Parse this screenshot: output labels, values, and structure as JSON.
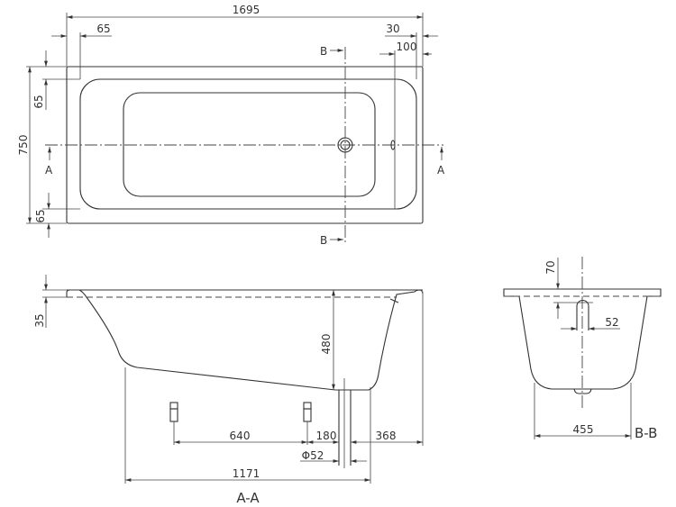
{
  "top_view": {
    "width": "1695",
    "left_offset": "65",
    "right_offset_small": "30",
    "right_offset": "100",
    "depth": "750",
    "rim_top": "65",
    "rim_bottom": "65",
    "section_b": "B",
    "section_a": "A"
  },
  "section_aa": {
    "rim_height": "35",
    "inner_depth": "480",
    "leg_spacing": "640",
    "leg_to_drain": "180",
    "drain_to_end": "368",
    "drain_diameter": "Φ52",
    "bottom_length": "1171",
    "title": "A-A"
  },
  "section_bb": {
    "overflow_height": "70",
    "overflow_width": "52",
    "bottom_width": "455",
    "title": "B-B"
  }
}
